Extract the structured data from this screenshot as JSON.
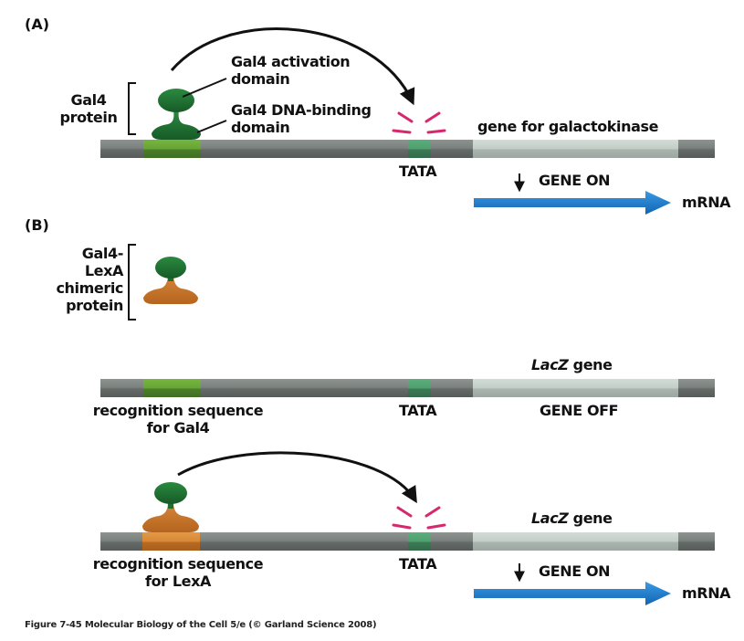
{
  "panels": {
    "A": {
      "label": "(A)",
      "protein_label_line1": "Gal4",
      "protein_label_line2": "protein",
      "activation_line1": "Gal4 activation",
      "activation_line2": "domain",
      "binding_line1": "Gal4 DNA-binding",
      "binding_line2": "domain",
      "tata": "TATA",
      "gene_label": "gene for galactokinase",
      "gene_state": "GENE ON",
      "product": "mRNA"
    },
    "B": {
      "label": "(B)",
      "chimera_line1": "Gal4-",
      "chimera_line2": "LexA",
      "chimera_line3": "chimeric",
      "chimera_line4": "protein",
      "row1": {
        "gene_italic": "LacZ",
        "gene_suffix": " gene",
        "tata": "TATA",
        "recognition_line1": "recognition sequence",
        "recognition_line2": "for Gal4",
        "gene_state": "GENE OFF"
      },
      "row2": {
        "gene_italic": "LacZ",
        "gene_suffix": " gene",
        "tata": "TATA",
        "recognition_line1": "recognition sequence",
        "recognition_line2": "for LexA",
        "gene_state": "GENE ON",
        "product": "mRNA"
      }
    }
  },
  "colors": {
    "dna_dark": "#5f6562",
    "dna_light": "#8a918e",
    "gal4_site": "#6aaa3a",
    "lexa_site": "#d98a35",
    "tata": "#4e9e6e",
    "gene": "#c2cdc6",
    "activation_domain": "#1e6e32",
    "lexa_domain": "#cc7a2a",
    "rna_arrow": "#1b7fd0",
    "signal": "#d6286e"
  },
  "caption": "Figure 7-45  Molecular Biology of the Cell 5/e (© Garland Science 2008)"
}
